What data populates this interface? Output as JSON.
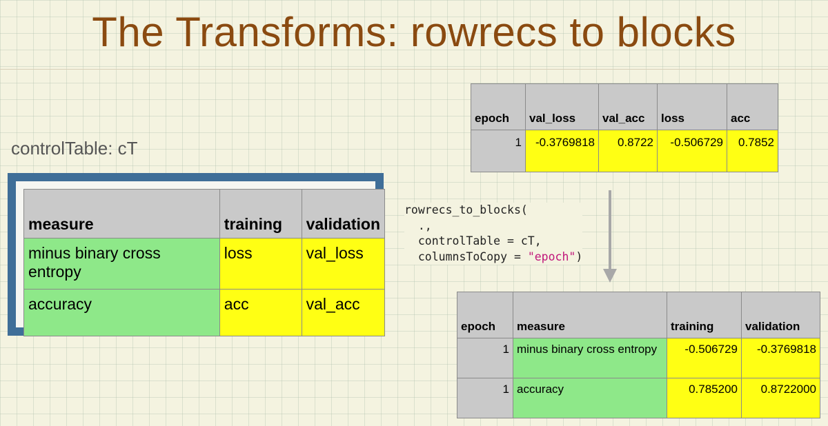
{
  "title": "The Transforms: rowrecs to blocks",
  "top_table": {
    "headers": [
      "epoch",
      "val_loss",
      "val_acc",
      "loss",
      "acc"
    ],
    "row": [
      "1",
      "-0.3769818",
      "0.8722",
      "-0.506729",
      "0.7852"
    ]
  },
  "control_table": {
    "label": "controlTable: cT",
    "headers": [
      "measure",
      "training",
      "validation"
    ],
    "rows": [
      [
        "minus binary cross entropy",
        "loss",
        "val_loss"
      ],
      [
        "accuracy",
        "acc",
        "val_acc"
      ]
    ]
  },
  "code": {
    "line1": "rowrecs_to_blocks(",
    "line2": "  .,",
    "line3": "  controlTable = cT,",
    "line4_pre": "  columnsToCopy = ",
    "line4_str": "\"epoch\"",
    "line4_post": ")"
  },
  "bottom_table": {
    "headers": [
      "epoch",
      "measure",
      "training",
      "validation"
    ],
    "rows": [
      [
        "1",
        "minus binary cross entropy",
        "-0.506729",
        "-0.3769818"
      ],
      [
        "1",
        "accuracy",
        "0.785200",
        "0.8722000"
      ]
    ]
  },
  "colors": {
    "title": "#8a4a10",
    "frame": "#3f6e98",
    "green": "#8ee889",
    "yellow": "#ffff14",
    "header": "#c9c9c9",
    "string": "#c0157a"
  }
}
